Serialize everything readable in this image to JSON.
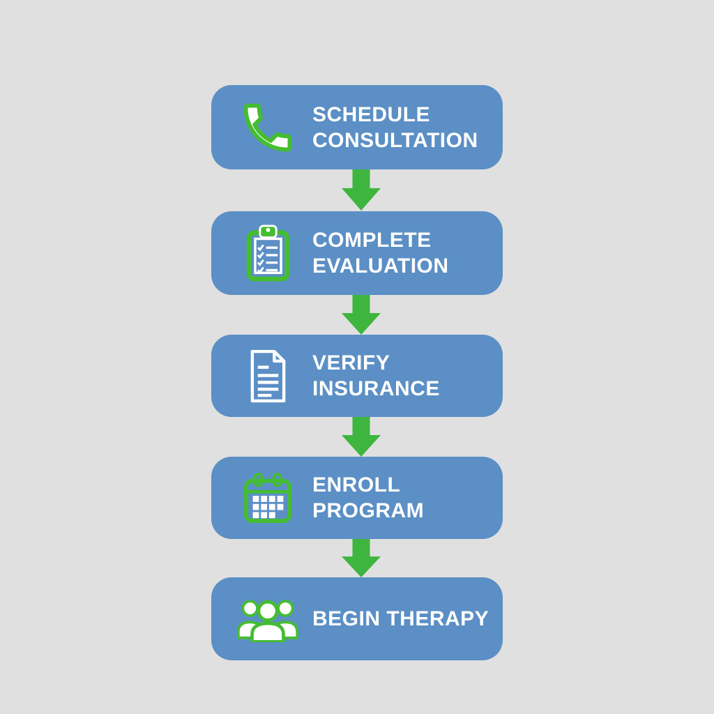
{
  "colors": {
    "background": "#e0e0e0",
    "box": "#5b8fc5",
    "arrow_green": "#3eb53e",
    "icon_green": "#45bd31",
    "text": "#ffffff"
  },
  "flowchart": {
    "title": "",
    "steps": [
      {
        "label": "SCHEDULE\nCONSULTATION",
        "icon": "phone-icon"
      },
      {
        "label": "COMPLETE\nEVALUATION",
        "icon": "clipboard-checklist-icon"
      },
      {
        "label": "VERIFY INSURANCE",
        "icon": "document-icon"
      },
      {
        "label": "ENROLL PROGRAM",
        "icon": "calendar-icon"
      },
      {
        "label": "BEGIN THERAPY",
        "icon": "people-group-icon"
      }
    ],
    "connector": "down-arrow"
  }
}
